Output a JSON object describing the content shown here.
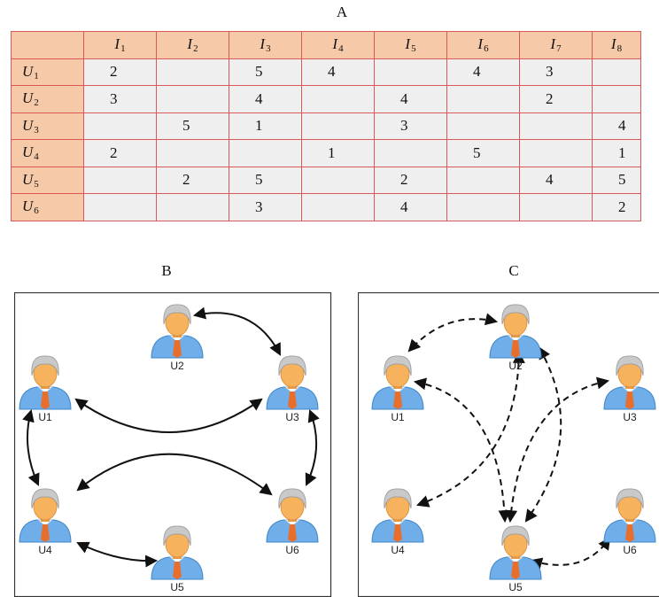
{
  "panel_labels": {
    "a": "A",
    "b": "B",
    "c": "C"
  },
  "matrix": {
    "row_prefix": "U",
    "col_prefix": "I",
    "columns": [
      "1",
      "2",
      "3",
      "4",
      "5",
      "6",
      "7",
      "8"
    ],
    "rows": [
      {
        "sub": "1",
        "cells": [
          "2",
          "",
          "5",
          "4",
          "",
          "4",
          "3",
          ""
        ]
      },
      {
        "sub": "2",
        "cells": [
          "3",
          "",
          "4",
          "",
          "4",
          "",
          "2",
          ""
        ]
      },
      {
        "sub": "3",
        "cells": [
          "",
          "5",
          "1",
          "",
          "3",
          "",
          "",
          "4"
        ]
      },
      {
        "sub": "4",
        "cells": [
          "2",
          "",
          "",
          "1",
          "",
          "5",
          "",
          "1"
        ]
      },
      {
        "sub": "5",
        "cells": [
          "",
          "2",
          "5",
          "",
          "2",
          "",
          "4",
          "5"
        ]
      },
      {
        "sub": "6",
        "cells": [
          "",
          "",
          "3",
          "",
          "4",
          "",
          "",
          "2"
        ]
      }
    ]
  },
  "graphs": {
    "b": {
      "nodes": [
        "U1",
        "U2",
        "U3",
        "U4",
        "U5",
        "U6"
      ],
      "edge_style": "solid",
      "edges": [
        [
          "U2",
          "U3"
        ],
        [
          "U1",
          "U3"
        ],
        [
          "U1",
          "U4"
        ],
        [
          "U3",
          "U6"
        ],
        [
          "U4",
          "U6"
        ],
        [
          "U4",
          "U5"
        ]
      ]
    },
    "c": {
      "nodes": [
        "U1",
        "U2",
        "U3",
        "U4",
        "U5",
        "U6"
      ],
      "edge_style": "dashed",
      "edges": [
        [
          "U2",
          "U1"
        ],
        [
          "U2",
          "U4"
        ],
        [
          "U2",
          "U5"
        ],
        [
          "U3",
          "U5"
        ],
        [
          "U1",
          "U5"
        ],
        [
          "U5",
          "U6"
        ]
      ]
    }
  },
  "colors": {
    "table_header_bg": "#f6c9a8",
    "table_border": "#d9585a",
    "table_cell_bg": "#efefef",
    "person_hair": "#c9c9c9",
    "person_skin": "#f7b25e",
    "person_shirt": "#6faee8",
    "person_tie": "#e86e2c"
  }
}
